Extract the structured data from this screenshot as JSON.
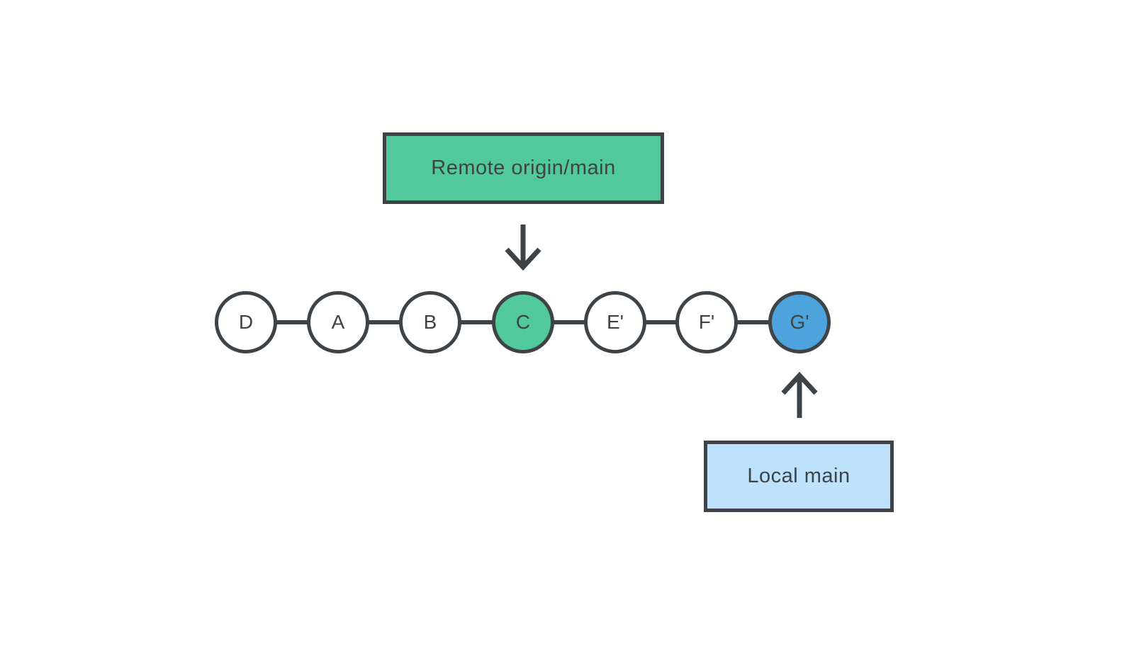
{
  "diagram": {
    "title_implied": "git branch pointers",
    "remote_box": {
      "label": "Remote origin/main"
    },
    "local_box": {
      "label": "Local main"
    },
    "nodes": [
      {
        "label": "D",
        "fill": "#FFFFFF"
      },
      {
        "label": "A",
        "fill": "#FFFFFF"
      },
      {
        "label": "B",
        "fill": "#FFFFFF"
      },
      {
        "label": "C",
        "fill": "#52C99B"
      },
      {
        "label": "E'",
        "fill": "#FFFFFF"
      },
      {
        "label": "F'",
        "fill": "#FFFFFF"
      },
      {
        "label": "G'",
        "fill": "#4DA3DC"
      }
    ],
    "colors": {
      "stroke": "#3E4347",
      "remote_box_fill": "#52C99B",
      "local_box_fill": "#BEE2FB",
      "highlight_green": "#52C99B",
      "highlight_blue": "#4DA3DC",
      "background": "#FFFFFF"
    }
  }
}
